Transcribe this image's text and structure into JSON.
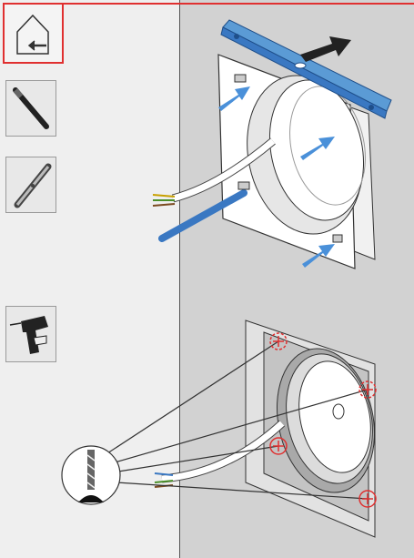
{
  "navigation": {
    "home_icon": "home-back-icon",
    "accent_color": "#e03030"
  },
  "tools": [
    {
      "icon": "pencil-icon"
    },
    {
      "icon": "spirit-level-icon"
    },
    {
      "icon": "drill-icon"
    }
  ],
  "steps": [
    {
      "id": "step-1",
      "description_icons": [
        "spirit-level",
        "mounting-frame",
        "arrow"
      ]
    },
    {
      "id": "step-2",
      "description_icons": [
        "drill-bit",
        "mark-circle"
      ]
    }
  ],
  "colors": {
    "wall": "#d2d2d2",
    "panel": "#efefef",
    "frame_blue": "#5b9bd5",
    "level_blue": "#3a78c2",
    "mark_red": "#e03030"
  }
}
